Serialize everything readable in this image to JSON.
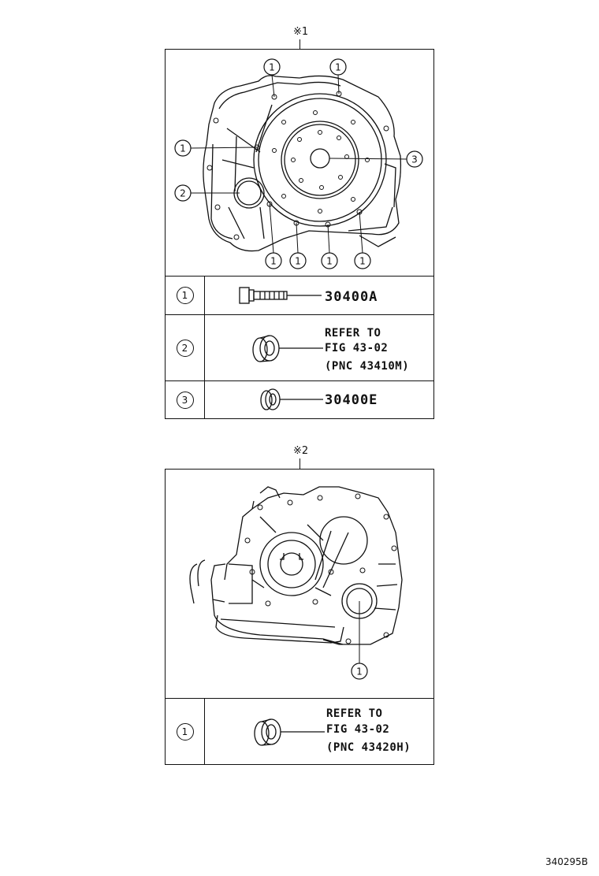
{
  "figure_code": "340295B",
  "panel1": {
    "mark": "※1",
    "callouts": [
      "1",
      "1",
      "1",
      "2",
      "3",
      "1",
      "1",
      "1",
      "1"
    ],
    "rows": [
      {
        "index": "1",
        "part": "flange-bolt",
        "code": "30400A"
      },
      {
        "index": "2",
        "part": "oil-seal",
        "ref_lines": [
          "REFER TO",
          "FIG 43-02",
          "(PNC 43410M)"
        ]
      },
      {
        "index": "3",
        "part": "oil-seal",
        "code": "30400E"
      }
    ]
  },
  "panel2": {
    "mark": "※2",
    "callouts": [
      "1"
    ],
    "rows": [
      {
        "index": "1",
        "part": "oil-seal",
        "ref_lines": [
          "REFER TO",
          "FIG 43-02",
          "(PNC 43420H)"
        ]
      }
    ]
  }
}
